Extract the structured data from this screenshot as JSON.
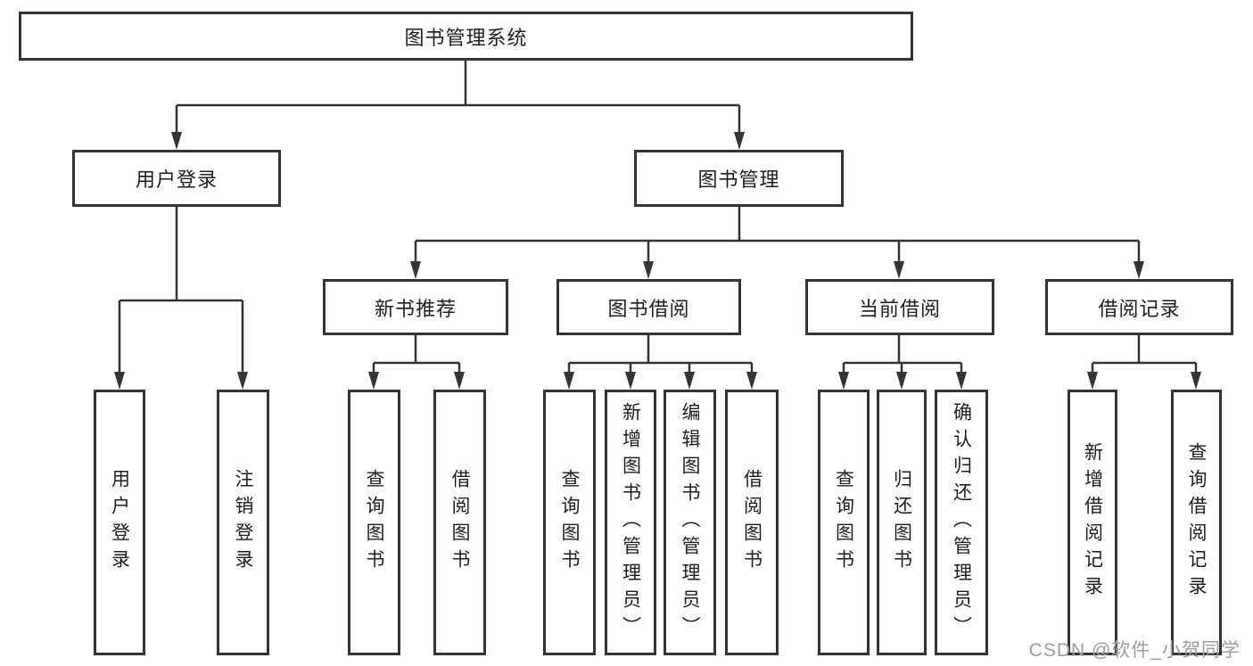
{
  "tree": {
    "label": "图书管理系统",
    "children": [
      {
        "label": "用户登录",
        "children": [
          {
            "label": "用户登录"
          },
          {
            "label": "注销登录"
          }
        ]
      },
      {
        "label": "图书管理",
        "children": [
          {
            "label": "新书推荐",
            "children": [
              {
                "label": "查询图书"
              },
              {
                "label": "借阅图书"
              }
            ]
          },
          {
            "label": "图书借阅",
            "children": [
              {
                "label": "查询图书"
              },
              {
                "label": "新增图书（管理员）"
              },
              {
                "label": "编辑图书（管理员）"
              },
              {
                "label": "借阅图书"
              }
            ]
          },
          {
            "label": "当前借阅",
            "children": [
              {
                "label": "查询图书"
              },
              {
                "label": "归还图书"
              },
              {
                "label": "确认归还（管理员）"
              }
            ]
          },
          {
            "label": "借阅记录",
            "children": [
              {
                "label": "新增借阅记录"
              },
              {
                "label": "查询借阅记录"
              }
            ]
          }
        ]
      }
    ]
  },
  "watermark": "CSDN @软件_小贺同学",
  "colors": {
    "line": "#343434",
    "box_border": "#343434",
    "text": "#1e1e1e",
    "watermark": "#9b9ea1",
    "background": "#ffffff"
  }
}
